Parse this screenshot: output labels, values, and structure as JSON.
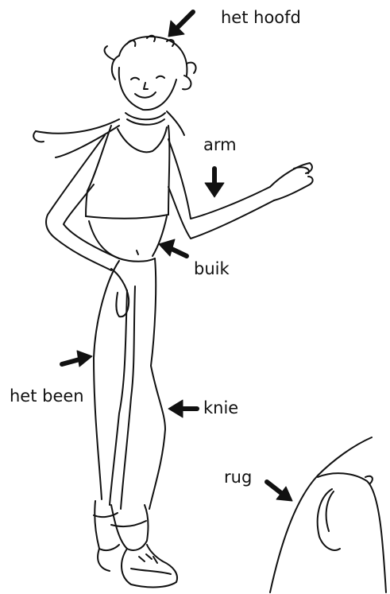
{
  "labels": {
    "head": "het hoofd",
    "arm": "arm",
    "belly": "buik",
    "leg": "het been",
    "knee": "knie",
    "back": "rug"
  },
  "colors": {
    "ink": "#111111",
    "paper": "#ffffff"
  }
}
